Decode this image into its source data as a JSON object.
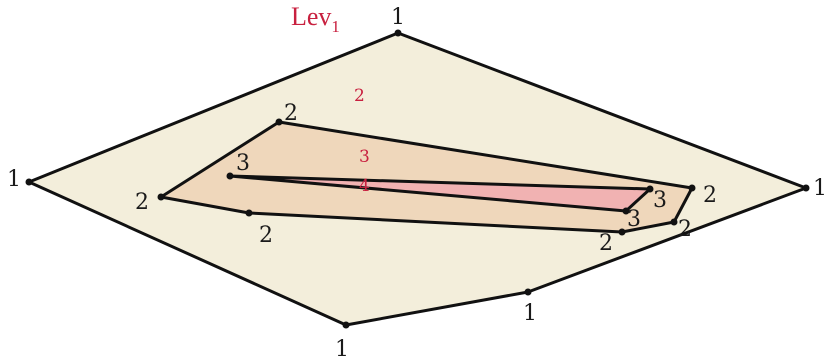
{
  "title": {
    "main": "Lev",
    "subscript": "1",
    "color": "#c8203f"
  },
  "colors": {
    "level1_fill": "#f3eedb",
    "level2_fill": "#efd7bb",
    "level3_fill": "#f1b2b2",
    "stroke": "#111111",
    "region_label": "#c8203f"
  },
  "regions": [
    {
      "id": "level-1",
      "label": "2"
    },
    {
      "id": "level-2",
      "label": "3"
    },
    {
      "id": "level-3",
      "label": "4"
    }
  ],
  "vertex_labels": [
    {
      "id": "l1-top",
      "text": "1"
    },
    {
      "id": "l1-left",
      "text": "1"
    },
    {
      "id": "l1-right",
      "text": "1"
    },
    {
      "id": "l1-bottom",
      "text": "1"
    },
    {
      "id": "l1-bottom-right",
      "text": "1"
    },
    {
      "id": "l2-top",
      "text": "2"
    },
    {
      "id": "l2-left",
      "text": "2"
    },
    {
      "id": "l2-bottom-left",
      "text": "2"
    },
    {
      "id": "l2-right",
      "text": "2"
    },
    {
      "id": "l2-bottom-right-a",
      "text": "2"
    },
    {
      "id": "l2-bottom-right-b",
      "text": "2"
    },
    {
      "id": "l3-left",
      "text": "3"
    },
    {
      "id": "l3-right-top",
      "text": "3"
    },
    {
      "id": "l3-right-bottom",
      "text": "3"
    }
  ]
}
